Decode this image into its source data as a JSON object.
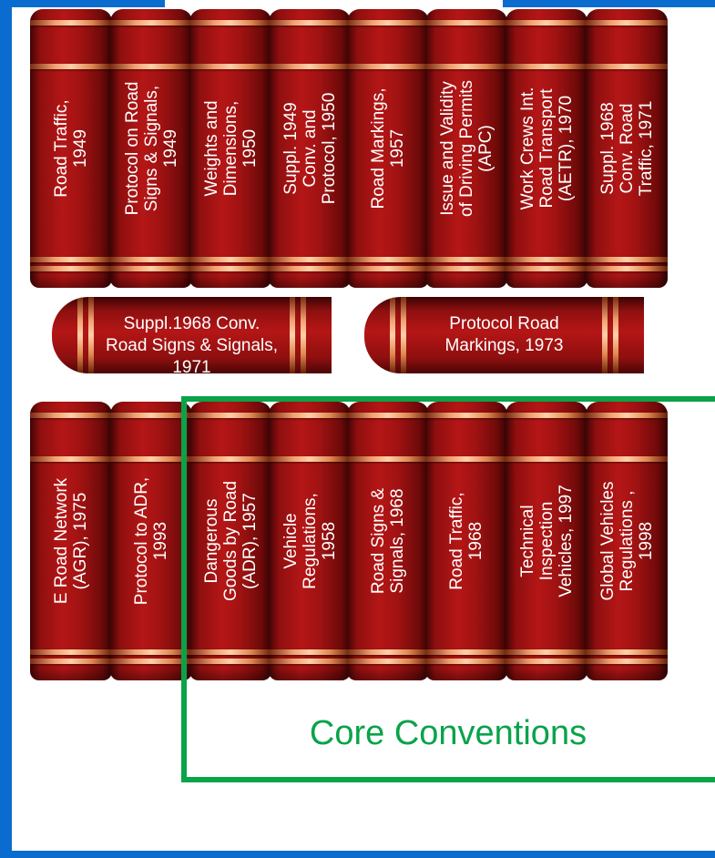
{
  "diagram": {
    "caption": "Core Conventions",
    "row1": [
      "Road Traffic, 1949",
      "Protocol on Road Signs & Signals, 1949",
      "Weights and Dimensions, 1950",
      "Suppl. 1949 Conv. and Protocol, 1950",
      "Road Markings, 1957",
      "Issue and Validity of Driving Permits (APC)",
      "Work Crews Int. Road Transport (AETR), 1970",
      "Suppl. 1968 Conv. Road Traffic, 1971"
    ],
    "row2": [
      "Suppl.1968 Conv. Road Signs & Signals, 1971",
      "Protocol Road Markings, 1973"
    ],
    "row3": [
      "E Road Network (AGR), 1975",
      "Protocol to ADR, 1993",
      "Dangerous Goods by Road (ADR), 1957",
      "Vehicle Regulations, 1958",
      "Road Signs & Signals, 1968",
      "Road Traffic, 1968",
      "Technical Inspection Vehicles, 1997",
      "Global Vehicles Regulations , 1998"
    ]
  }
}
